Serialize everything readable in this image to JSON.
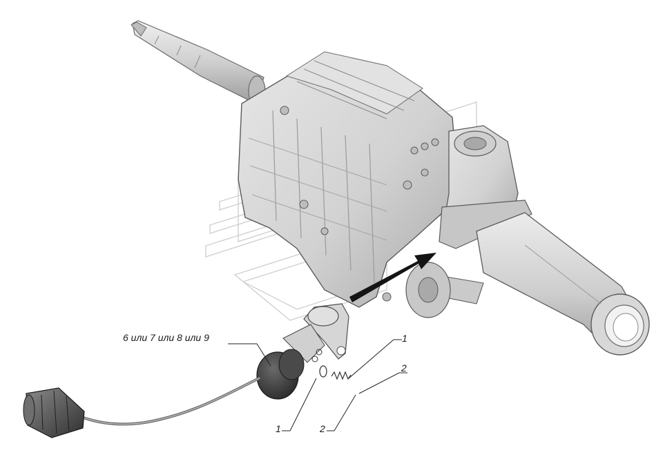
{
  "callouts": {
    "sensor_variants": "6 или 7 или 8 или 9",
    "washer_top": "1",
    "spring_top": "2",
    "washer_bottom": "1",
    "spring_bottom": "2"
  },
  "colors": {
    "housing_fill": "#d4d4d4",
    "housing_shade": "#b3b3b3",
    "outline": "#5a5a5a",
    "watermark": "#d0d0d0",
    "sensor_dark": "#3a3a3a",
    "arrow": "#141414",
    "leader": "#222222"
  }
}
